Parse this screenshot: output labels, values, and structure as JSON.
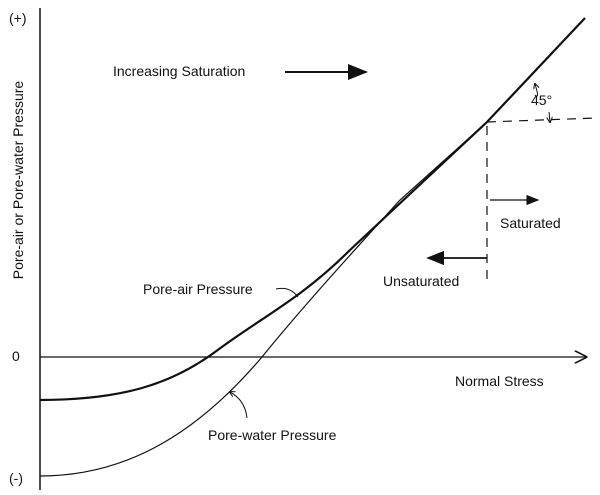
{
  "axes": {
    "y_label": "Pore-air or Pore-water Pressure",
    "y_top": "(+)",
    "y_zero": "0",
    "y_bottom": "(-)",
    "x_label": "Normal Stress"
  },
  "labels": {
    "increasing_saturation": "Increasing Saturation",
    "angle": "45°",
    "saturated": "Saturated",
    "unsaturated": "Unsaturated",
    "pore_air": "Pore-air Pressure",
    "pore_water": "Pore-water Pressure"
  },
  "colors": {
    "line": "#111111",
    "background": "#ffffff"
  }
}
